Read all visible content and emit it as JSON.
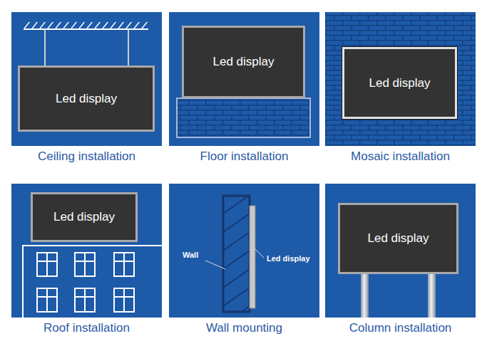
{
  "diagram": {
    "nodes": [
      {
        "text": [
          "Ceiling installation"
        ]
      },
      {
        "text": [
          "Led display"
        ],
        "in": 0
      },
      {
        "text": [
          "Floor installation"
        ]
      },
      {
        "text": [
          "Led display"
        ],
        "in": 2
      },
      {
        "text": [
          "Mosaic installation"
        ]
      },
      {
        "text": [
          "Led display"
        ],
        "in": 4
      },
      {
        "text": [
          "Roof installation"
        ]
      },
      {
        "text": [
          "Led display"
        ],
        "in": 6
      },
      {
        "text": [
          "Wall mounting"
        ]
      },
      {
        "text": [
          "Column installation"
        ]
      },
      {
        "text": [
          "Led display"
        ],
        "in": 9
      }
    ],
    "labels": [
      "Wall",
      "Led display"
    ]
  }
}
